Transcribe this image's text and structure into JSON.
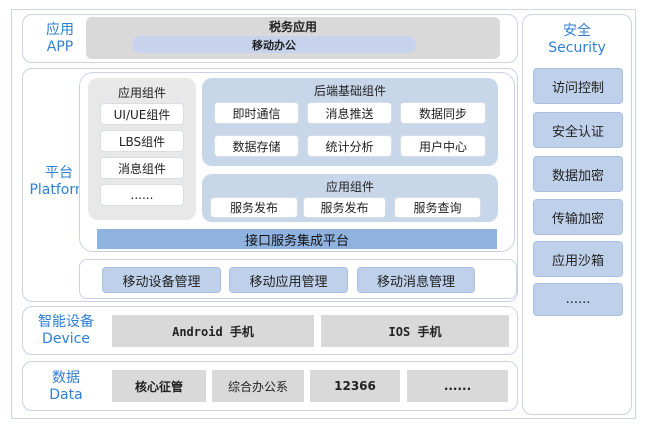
{
  "security": {
    "title_cn": "安全",
    "title_en": "Security",
    "items": [
      "访问控制",
      "安全认证",
      "数据加密",
      "传输加密",
      "应用沙箱",
      "......"
    ]
  },
  "app_layer": {
    "label_cn": "应用",
    "label_en": "APP",
    "bar_title": "税务应用",
    "bar_subtitle": "移动办公"
  },
  "platform_layer": {
    "label_cn": "平台",
    "label_en": "Platform",
    "app_components": {
      "title": "应用组件",
      "items": [
        "UI/UE组件",
        "LBS组件",
        "消息组件",
        "......"
      ]
    },
    "backend_components": {
      "title": "后端基础组件",
      "row1": [
        "即时通信",
        "消息推送",
        "数据同步"
      ],
      "row2": [
        "数据存储",
        "统计分析",
        "用户中心"
      ]
    },
    "service_components": {
      "title": "应用组件",
      "items": [
        "服务发布",
        "服务发布",
        "服务查询"
      ]
    },
    "integration_bar": "接口服务集成平台",
    "management": [
      "移动设备管理",
      "移动应用管理",
      "移动消息管理"
    ]
  },
  "device_layer": {
    "label_cn": "智能设备",
    "label_en": "Device",
    "items": [
      "Android 手机",
      "IOS 手机"
    ]
  },
  "data_layer": {
    "label_cn": "数据",
    "label_en": "Data",
    "items": [
      "核心征管",
      "综合办公系",
      "12366",
      "......"
    ]
  }
}
